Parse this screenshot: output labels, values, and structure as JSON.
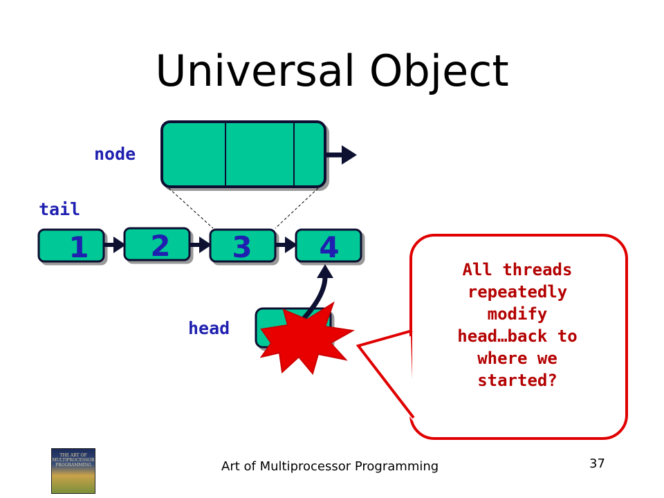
{
  "title": "Universal Object",
  "labels": {
    "node": "node",
    "tail": "tail",
    "head": "head"
  },
  "list_nodes": [
    "1",
    "2",
    "3",
    "4"
  ],
  "callout": {
    "lines": [
      "All threads",
      "repeatedly",
      "modify",
      "head…back to",
      "where we",
      "started?"
    ]
  },
  "footer": {
    "book_title": "Art of Multiprocessor Programming",
    "page_number": "37",
    "cover_text": "THE ART OF MULTIPROCESSOR PROGRAMMING"
  },
  "colors": {
    "node_fill": "#00c896",
    "text_blue": "#1f1fb0",
    "callout_red": "#e00000",
    "callout_text": "#b40000"
  }
}
